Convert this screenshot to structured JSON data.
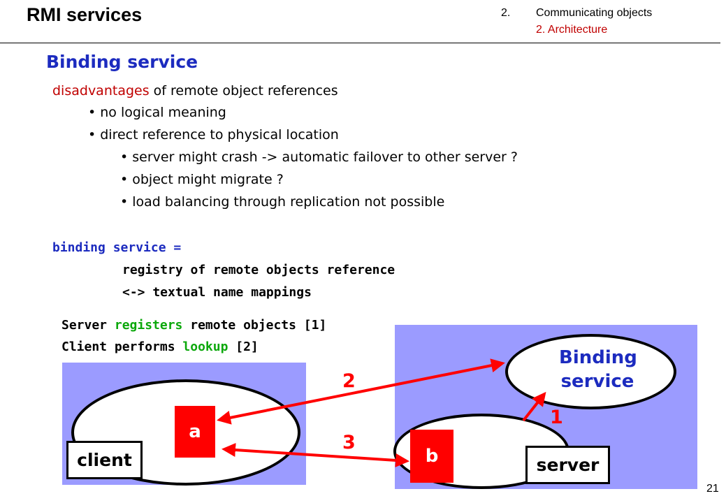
{
  "header": {
    "title": "RMI services",
    "breadcrumb": [
      {
        "num": "2.",
        "text": "Communicating objects"
      },
      {
        "num": "",
        "text": "2.  Architecture"
      }
    ]
  },
  "section_title": "Binding service",
  "disadvantages": {
    "keyword": "disadvantages",
    "rest": " of remote object references",
    "bullets": [
      {
        "level": 1,
        "text": "no logical meaning"
      },
      {
        "level": 1,
        "text": "direct reference to physical location"
      },
      {
        "level": 2,
        "text": "server might crash -> automatic failover to other server ?"
      },
      {
        "level": 2,
        "text": "object might migrate ?"
      },
      {
        "level": 2,
        "text": "load balancing through replication not possible"
      }
    ]
  },
  "definition": {
    "term": "binding service =",
    "line1": "registry of remote objects reference",
    "line2": "<-> textual name mappings"
  },
  "steps": {
    "l1_a": "Server ",
    "l1_kw": "registers",
    "l1_b": " remote objects [1]",
    "l2_a": "Client performs ",
    "l2_kw": "lookup",
    "l2_b": " [2]"
  },
  "diagram": {
    "binding_label_1": "Binding",
    "binding_label_2": "service",
    "client_label": "client",
    "server_label": "server",
    "object_a": "a",
    "object_b": "b",
    "arrow_1": "1",
    "arrow_2": "2",
    "arrow_3": "3"
  },
  "colors": {
    "accent_blue": "#1c2bbf",
    "accent_red": "#c00000",
    "keyword_green": "#0ca80c",
    "panel": "#9b9bff",
    "arrow_red": "#ff0000"
  },
  "page_number": "21"
}
